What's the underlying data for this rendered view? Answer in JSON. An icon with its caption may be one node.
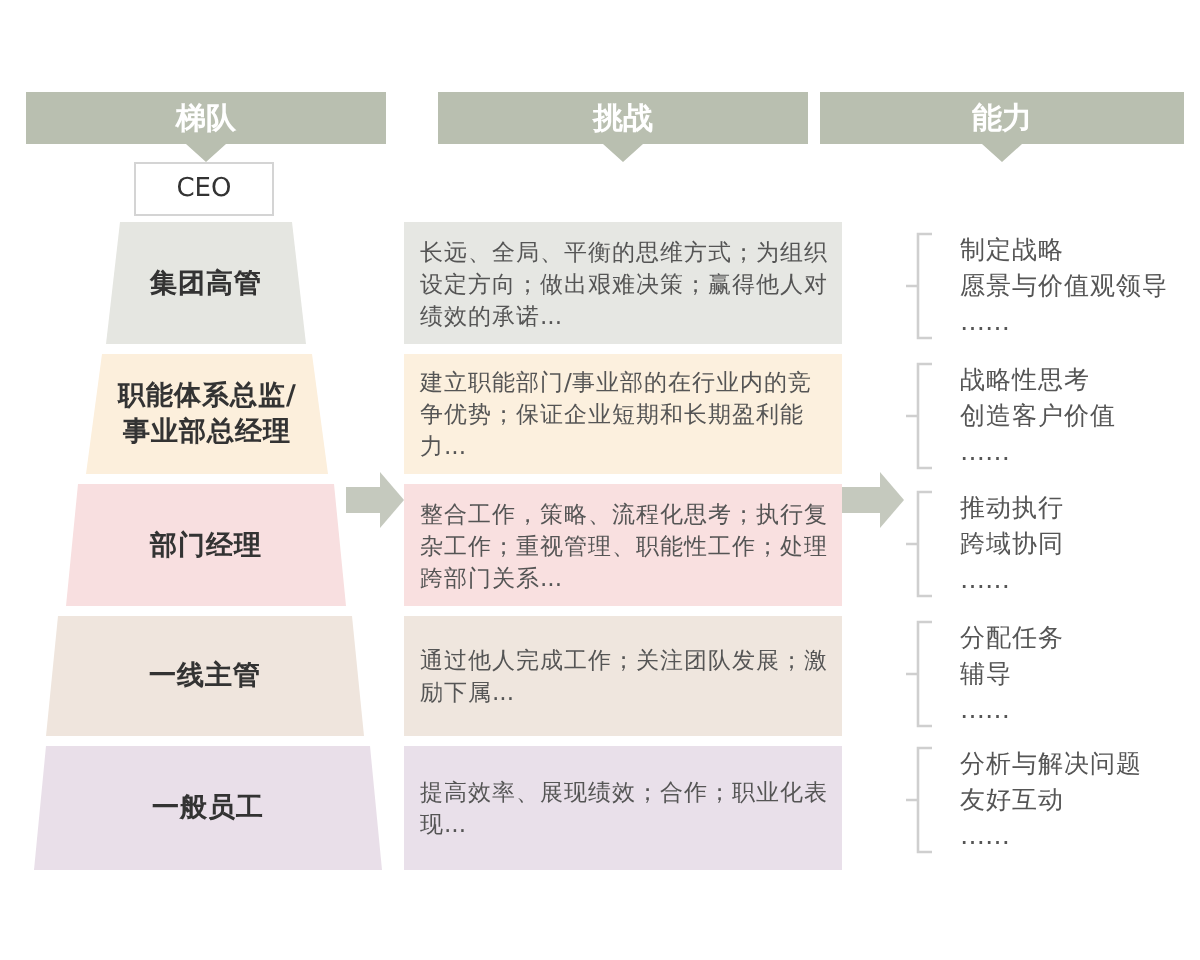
{
  "diagram": {
    "nodes": [
      {
        "text": [
          "梯队"
        ]
      },
      {
        "text": [
          "挑战"
        ]
      },
      {
        "text": [
          "能力"
        ]
      },
      {
        "text": [
          "CEO"
        ]
      },
      {
        "text": [
          "集团高管"
        ]
      },
      {
        "text": [
          "长远、全局、平衡的思维方式；为组织设定方向；做出艰难决策；赢得他人对绩效的承诺..."
        ]
      },
      {
        "text": [
          "制定战略",
          "愿景与价值观领导",
          "……"
        ]
      },
      {
        "text": [
          "职能体系总监/事业部总经理"
        ]
      },
      {
        "text": [
          "建立职能部门/事业部的在行业内的竞争优势；保证企业短期和长期盈利能力..."
        ]
      },
      {
        "text": [
          "战略性思考",
          "创造客户价值",
          "……"
        ]
      },
      {
        "text": [
          "部门经理"
        ]
      },
      {
        "text": [
          "整合工作，策略、流程化思考；执行复杂工作；重视管理、职能性工作；处理跨部门关系..."
        ]
      },
      {
        "text": [
          "推动执行",
          "跨域协同",
          "……"
        ]
      },
      {
        "text": [
          "一线主管"
        ]
      },
      {
        "text": [
          "通过他人完成工作；关注团队发展；激励下属..."
        ]
      },
      {
        "text": [
          "分配任务",
          "辅导",
          "……"
        ]
      },
      {
        "text": [
          "一般员工"
        ]
      },
      {
        "text": [
          "提高效率、展现绩效；合作；职业化表现..."
        ]
      },
      {
        "text": [
          "分析与解决问题",
          "友好互动",
          "……"
        ]
      }
    ],
    "edges": [
      {
        "from": 10,
        "to": 11,
        "arrow": "to"
      },
      {
        "from": 11,
        "to": 12,
        "arrow": "to"
      }
    ]
  }
}
